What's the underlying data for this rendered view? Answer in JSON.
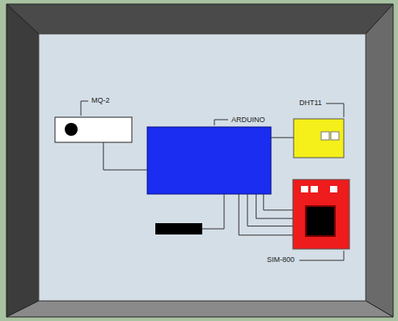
{
  "diagram": {
    "nodes": [
      {
        "text": [
          "MQ-2"
        ]
      },
      {
        "text": [
          "ARDUINO"
        ]
      },
      {
        "text": [
          "DHT11"
        ]
      },
      {
        "text": [
          "SIM-800"
        ]
      }
    ],
    "edges": [
      {
        "from": 0,
        "to": 1,
        "arrow": "none"
      },
      {
        "from": 1,
        "to": 2,
        "arrow": "none"
      },
      {
        "from": 1,
        "to": 3,
        "arrow": "none"
      },
      {
        "from": 1,
        "to": 3,
        "arrow": "none"
      },
      {
        "from": 1,
        "to": 3,
        "arrow": "none"
      },
      {
        "from": 1,
        "to": 3,
        "arrow": "none"
      }
    ]
  }
}
